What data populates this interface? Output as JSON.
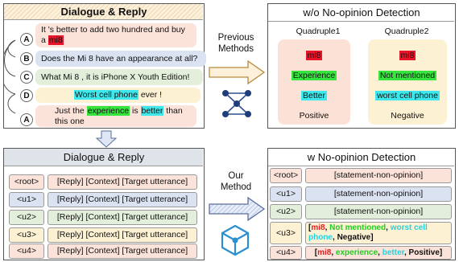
{
  "top_left": {
    "title": "Dialogue & Reply",
    "utterances": [
      {
        "speaker": "A",
        "pre": "It 's better to add two hundred and buy a ",
        "hl": "mi8",
        "post": ""
      },
      {
        "speaker": "B",
        "text": "Does the Mi 8 have an appearance at all?"
      },
      {
        "speaker": "C",
        "text": "What Mi 8 , it is iPhone X Youth Edition!"
      },
      {
        "speaker": "D",
        "hl": "Worst cell phone",
        "post": " ever !"
      },
      {
        "speaker": "A",
        "pre": "Just the ",
        "hl1": "experience",
        "mid": " is ",
        "hl2": "better",
        "post": " than this one"
      }
    ]
  },
  "arrow_top": {
    "label_line1": "Previous",
    "label_line2": "Methods"
  },
  "top_right": {
    "title": "w/o No-opinion Detection",
    "quad1": {
      "header": "Quadruple1",
      "target": "mi8",
      "aspect": "Experience",
      "opinion": "Better",
      "sentiment": "Positive"
    },
    "quad2": {
      "header": "Quadruple2",
      "target": "mi8",
      "aspect": "Not mentioned",
      "opinion": "worst cell phone",
      "sentiment": "Negative"
    }
  },
  "bottom_left": {
    "title": "Dialogue & Reply",
    "rows": [
      {
        "tag": "<root>",
        "text": "[Reply] [Context] [Target utterance]"
      },
      {
        "tag": "<u1>",
        "text": "[Reply] [Context] [Target utterance]"
      },
      {
        "tag": "<u2>",
        "text": "[Reply] [Context] [Target utterance]"
      },
      {
        "tag": "<u3>",
        "text": "[Reply] [Context] [Target utterance]"
      },
      {
        "tag": "<u4>",
        "text": "[Reply] [Context] [Target utterance]"
      }
    ]
  },
  "arrow_bottom": {
    "label_line1": "Our",
    "label_line2": "Method"
  },
  "bottom_right": {
    "title": "w No-opinion Detection",
    "rows": [
      {
        "tag": "<root>",
        "text": "[statement-non-opinion]"
      },
      {
        "tag": "<u1>",
        "text": "[statement-non-opinion]"
      },
      {
        "tag": "<u2>",
        "text": "[statement-non-opinion]"
      },
      {
        "tag": "<u3>",
        "open": "[",
        "t": "mi8",
        "c1": ", ",
        "a": "Not mentioned",
        "c2": ", ",
        "o": "worst cell phone",
        "c3": ",",
        "s": "Negative",
        "close": "]"
      },
      {
        "tag": "<u4>",
        "open": "[",
        "t": "mi8",
        "c1": ", ",
        "a": "experience",
        "c2": ", ",
        "o": "better",
        "c3": ", ",
        "s": "Positive",
        "close": "]"
      }
    ]
  },
  "colors": {
    "root": "#fbe3da",
    "u1": "#dbe3f2",
    "u2": "#e3efda",
    "u3": "#fdf1d3",
    "u4": "#fbe3da",
    "target_red": "#e8152a",
    "aspect_green": "#35e43c",
    "opinion_cyan": "#3de8ec"
  }
}
